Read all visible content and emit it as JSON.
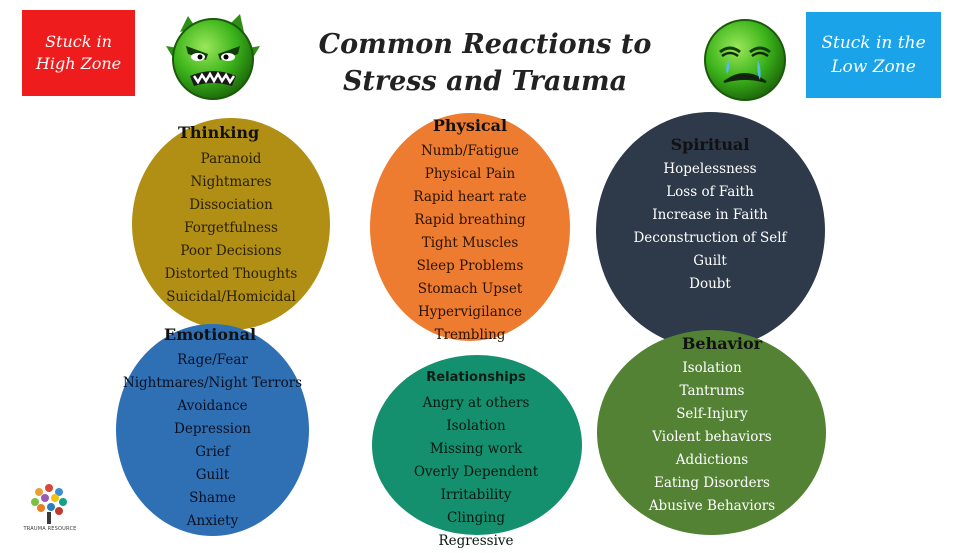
{
  "title": {
    "line1": "Common Reactions to",
    "line2": "Stress and Trauma"
  },
  "corner_labels": {
    "high_zone": {
      "line1": "Stuck in",
      "line2": "High Zone",
      "color": "#ee1c1c"
    },
    "low_zone": {
      "line1": "Stuck in the",
      "line2": "Low Zone",
      "color": "#1aa3e8"
    }
  },
  "faces": {
    "left": {
      "icon": "angry-face-icon",
      "color": "#3bb31a"
    },
    "right": {
      "icon": "crying-face-icon",
      "color": "#3bb31a"
    }
  },
  "sections": {
    "thinking": {
      "heading": "Thinking",
      "color": "#b08f14",
      "items": [
        "Paranoid",
        "Nightmares",
        "Dissociation",
        "Forgetfulness",
        "Poor Decisions",
        "Distorted Thoughts",
        "Suicidal/Homicidal"
      ]
    },
    "physical": {
      "heading": "Physical",
      "color": "#ed7c31",
      "items": [
        "Numb/Fatigue",
        "Physical Pain",
        "Rapid heart rate",
        "Rapid breathing",
        "Tight Muscles",
        "Sleep Problems",
        "Stomach Upset",
        "Hypervigilance",
        "Trembling"
      ]
    },
    "spiritual": {
      "heading": "Spiritual",
      "color": "#2e3a4a",
      "items": [
        "Hopelessness",
        "Loss of Faith",
        "Increase in Faith",
        "Deconstruction of Self",
        "Guilt",
        "Doubt"
      ]
    },
    "emotional": {
      "heading": "Emotional",
      "color": "#2f70b5",
      "items": [
        "Rage/Fear",
        "Nightmares/Night Terrors",
        "Avoidance",
        "Depression",
        "Grief",
        "Guilt",
        "Shame",
        "Anxiety"
      ]
    },
    "relationships": {
      "heading": "Relationships",
      "color": "#14906f",
      "items": [
        "Angry at others",
        "Isolation",
        "Missing work",
        "Overly Dependent",
        "Irritability",
        "Clinging",
        "Regressive"
      ]
    },
    "behavior": {
      "heading": "Behavior",
      "color": "#548235",
      "items": [
        "Isolation",
        "Tantrums",
        "Self-Injury",
        "Violent behaviors",
        "Addictions",
        "Eating Disorders",
        "Abusive Behaviors"
      ]
    }
  },
  "logo": {
    "text": "TRAUMA RESOURCE"
  }
}
